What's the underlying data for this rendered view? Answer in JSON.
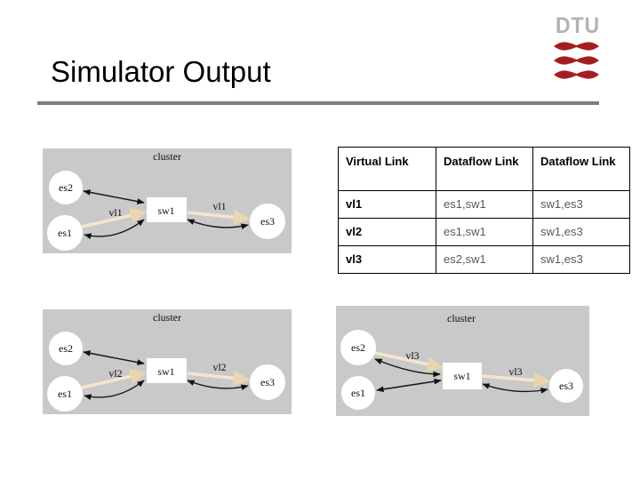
{
  "slide": {
    "title": "Simulator Output"
  },
  "logo": {
    "text": "DTU"
  },
  "colors": {
    "dtu_red": "#a51d20",
    "dtu_gray": "#b3b3b3",
    "title_rule_gray": "#7d7d7d",
    "diagram_background": "#c9c9c9",
    "virtual_link_beige": "#f3e6cb",
    "edge_black": "#141414",
    "table_secondary_text": "#595959"
  },
  "table": {
    "headers": [
      "Virtual Link",
      "Dataflow Link",
      "Dataflow Link"
    ],
    "rows": [
      [
        "vl1",
        "es1,sw1",
        "sw1,es3"
      ],
      [
        "vl2",
        "es1,sw1",
        "sw1,es3"
      ],
      [
        "vl3",
        "es2,sw1",
        "sw1,es3"
      ]
    ]
  },
  "diagrams": [
    {
      "cluster_label": "cluster",
      "virtual_link_label": "vl1",
      "nodes": {
        "es1": "es1",
        "es2": "es2",
        "es3": "es3",
        "sw1": "sw1"
      }
    },
    {
      "cluster_label": "cluster",
      "virtual_link_label": "vl2",
      "nodes": {
        "es1": "es1",
        "es2": "es2",
        "es3": "es3",
        "sw1": "sw1"
      }
    },
    {
      "cluster_label": "cluster",
      "virtual_link_label": "vl3",
      "nodes": {
        "es1": "es1",
        "es2": "es2",
        "es3": "es3",
        "sw1": "sw1"
      }
    }
  ]
}
